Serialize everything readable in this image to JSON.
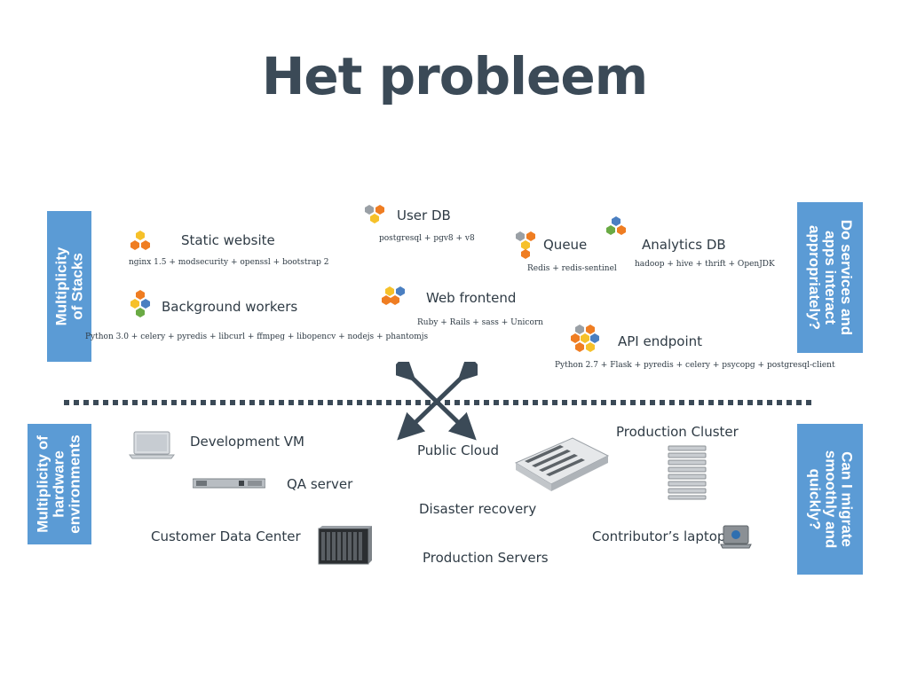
{
  "title": "Het probleem",
  "side_boxes": {
    "stacks": "Multiplicity of Stacks",
    "hardware": [
      "Multiplicity of",
      "hardware",
      "environments"
    ],
    "interact": [
      "Do services and",
      "apps interact",
      "appropriately?"
    ],
    "migrate": [
      "Can I migrate",
      "smoothly and",
      "quickly?"
    ]
  },
  "stacks": {
    "static_website": {
      "name": "Static website",
      "components": "nginx 1.5 + modsecurity + openssl + bootstrap 2"
    },
    "background_workers": {
      "name": "Background workers",
      "components": "Python 3.0 + celery + pyredis + libcurl + ffmpeg + libopencv + nodejs + phantomjs"
    },
    "user_db": {
      "name": "User DB",
      "components": "postgresql + pgv8 + v8"
    },
    "web_frontend": {
      "name": "Web frontend",
      "components": "Ruby + Rails + sass + Unicorn"
    },
    "queue": {
      "name": "Queue",
      "components": "Redis + redis-sentinel"
    },
    "analytics_db": {
      "name": "Analytics DB",
      "components": "hadoop + hive + thrift + OpenJDK"
    },
    "api_endpoint": {
      "name": "API endpoint",
      "components": "Python 2.7 + Flask + pyredis + celery + psycopg + postgresql-client"
    }
  },
  "environments": {
    "dev_vm": "Development VM",
    "qa_server": "QA server",
    "customer_dc": "Customer Data Center",
    "public_cloud": "Public Cloud",
    "disaster_recovery": "Disaster recovery",
    "production_servers": "Production Servers",
    "production_cluster": "Production Cluster",
    "contributor_laptop": "Contributor’s laptop"
  },
  "colors": {
    "box": "#5b9bd5",
    "title": "#3b4a57",
    "orange": "#ef7d22",
    "yellow": "#f6c12a",
    "green": "#6aaa44",
    "blue": "#4a7fc1",
    "grey": "#9aa0a6"
  }
}
